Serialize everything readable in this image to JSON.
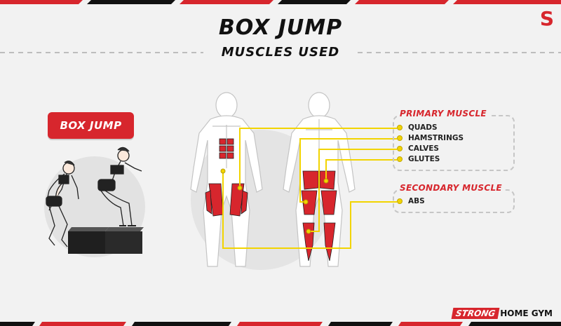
{
  "header": {
    "title": "BOX JUMP",
    "subtitle": "MUSCLES USED",
    "logo_letter": "S"
  },
  "exercise_button": {
    "label": "BOX JUMP"
  },
  "primary": {
    "title": "PRIMARY MUSCLE",
    "items": [
      "QUADS",
      "HAMSTRINGS",
      "CALVES",
      "GLUTES"
    ]
  },
  "secondary": {
    "title": "SECONDARY MUSCLE",
    "items": [
      "ABS"
    ]
  },
  "brand": {
    "strong": "STRONG",
    "home": "HOME GYM"
  },
  "colors": {
    "accent": "#d7262d",
    "muscle_highlight": "#d7262d",
    "connector": "#f2d400",
    "text": "#111111",
    "background": "#f2f2f2"
  }
}
